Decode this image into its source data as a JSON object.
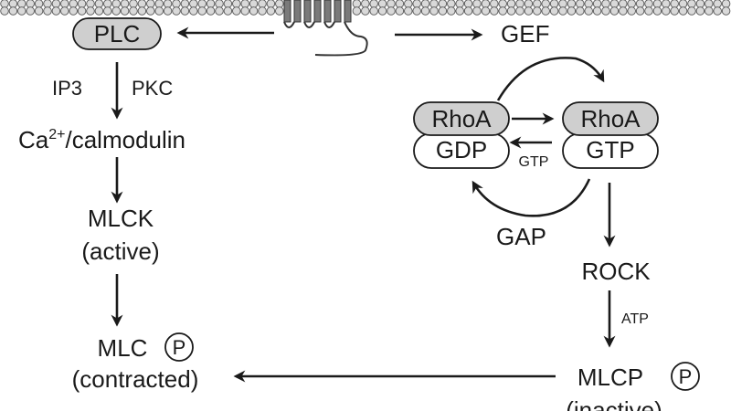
{
  "nodes": {
    "plc": "PLC",
    "ip3": "IP3",
    "pkc": "PKC",
    "ca_main": "Ca",
    "ca_sup": "2+",
    "ca_rest": "/calmodulin",
    "mlck_line1": "MLCK",
    "mlck_line2": "(active)",
    "mlc_line1": "MLC",
    "mlc_line2": "(contracted)",
    "gef": "GEF",
    "rhoa_left": "RhoA",
    "gdp": "GDP",
    "rhoa_right": "RhoA",
    "gtp": "GTP",
    "gtp_small": "GTP",
    "gap": "GAP",
    "rock": "ROCK",
    "atp": "ATP",
    "mlcp_line1": "MLCP",
    "mlcp_line2": "(inactive)",
    "phospho_mlc": "P",
    "phospho_mlcp": "P"
  },
  "colors": {
    "ink": "#1a1a1a",
    "pill_fill": "#cfcfcf",
    "membrane": "#d9d9d9"
  }
}
